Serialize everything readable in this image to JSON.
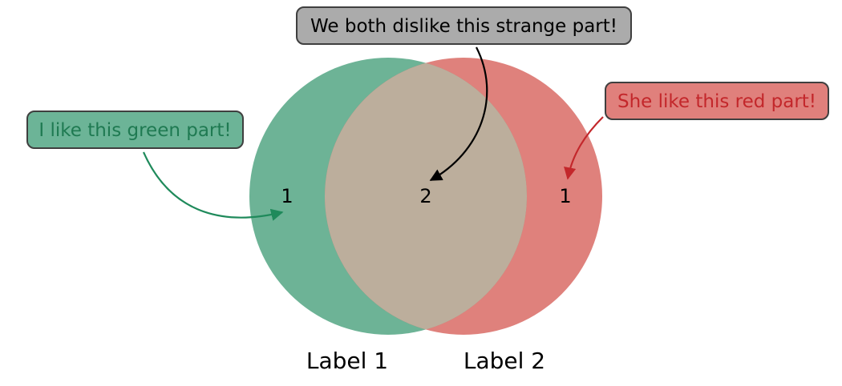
{
  "diagram": {
    "type": "venn2",
    "sets": [
      {
        "label": "Label 1",
        "color": "#3c9a73",
        "alpha": 0.75
      },
      {
        "label": "Label 2",
        "color": "#d2504a",
        "alpha": 0.72
      }
    ],
    "regions": {
      "only_set_1": {
        "count": "1"
      },
      "intersection": {
        "count": "2",
        "color": "#bcae9c"
      },
      "only_set_2": {
        "count": "1"
      }
    },
    "annotations": [
      {
        "id": "left",
        "text": "I like this green part!",
        "text_color": "#1f7a52",
        "box_fill": "#6cb497",
        "arrow_color": "#1f8a5b"
      },
      {
        "id": "top",
        "text": "We both dislike this strange part!",
        "text_color": "#000000",
        "box_fill": "#ababab",
        "arrow_color": "#000000"
      },
      {
        "id": "right",
        "text": "She like this red part!",
        "text_color": "#c3272b",
        "box_fill": "#e0807c",
        "arrow_color": "#c3272b"
      }
    ]
  }
}
